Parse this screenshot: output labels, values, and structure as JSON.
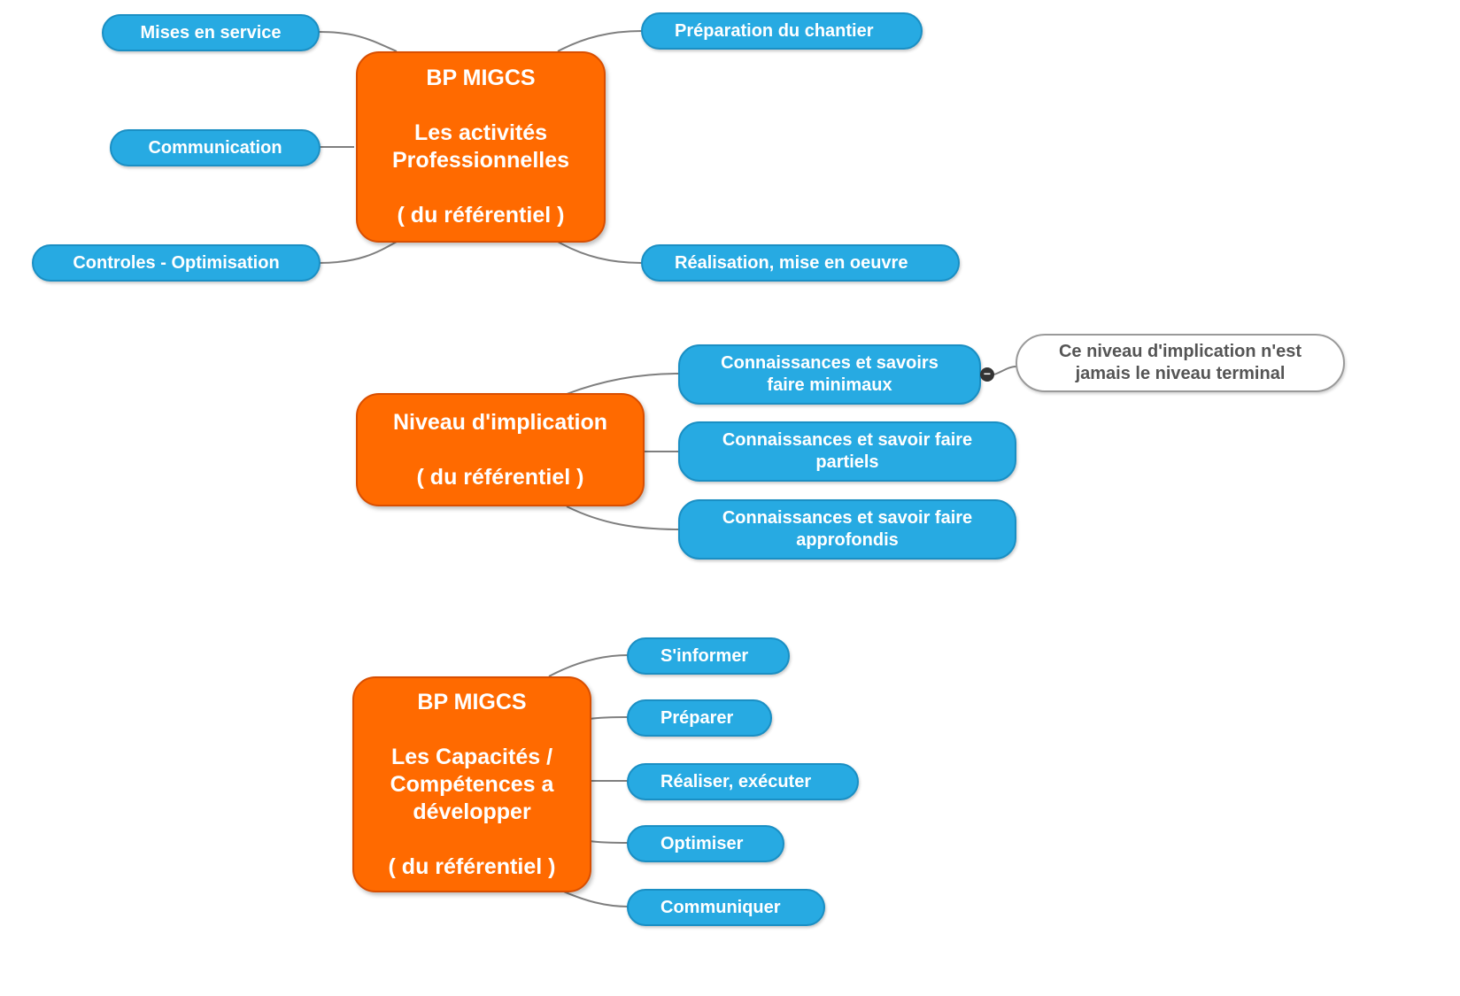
{
  "maps": [
    {
      "central": {
        "title": "BP MIGCS",
        "line1": "Les activités",
        "line2": "Professionnelles",
        "line3": "( du référentiel )"
      },
      "topics": [
        "Mises en service",
        "Communication",
        "Controles - Optimisation",
        "Préparation du chantier",
        "Réalisation, mise en oeuvre"
      ]
    },
    {
      "central": {
        "title": "Niveau d'implication",
        "line1": "( du référentiel )"
      },
      "topics": [
        {
          "line1": "Connaissances et savoirs",
          "line2": "faire minimaux"
        },
        {
          "line1": "Connaissances et savoir faire",
          "line2": "partiels"
        },
        {
          "line1": "Connaissances et savoir faire",
          "line2": "approfondis"
        }
      ],
      "note": {
        "line1": "Ce niveau d'implication n'est",
        "line2": "jamais le niveau terminal",
        "collapse_symbol": "−"
      }
    },
    {
      "central": {
        "title": "BP MIGCS",
        "line1": "Les Capacités /",
        "line2": "Compétences a",
        "line3": "développer",
        "line4": "( du référentiel )"
      },
      "topics": [
        "S'informer",
        "Préparer",
        "Réaliser, exécuter",
        "Optimiser",
        "Communiquer"
      ]
    }
  ],
  "colors": {
    "central_fill": "#ff6a00",
    "topic_fill": "#27aae2",
    "note_border": "#9a9a9a",
    "connector": "#7f7f7f"
  }
}
